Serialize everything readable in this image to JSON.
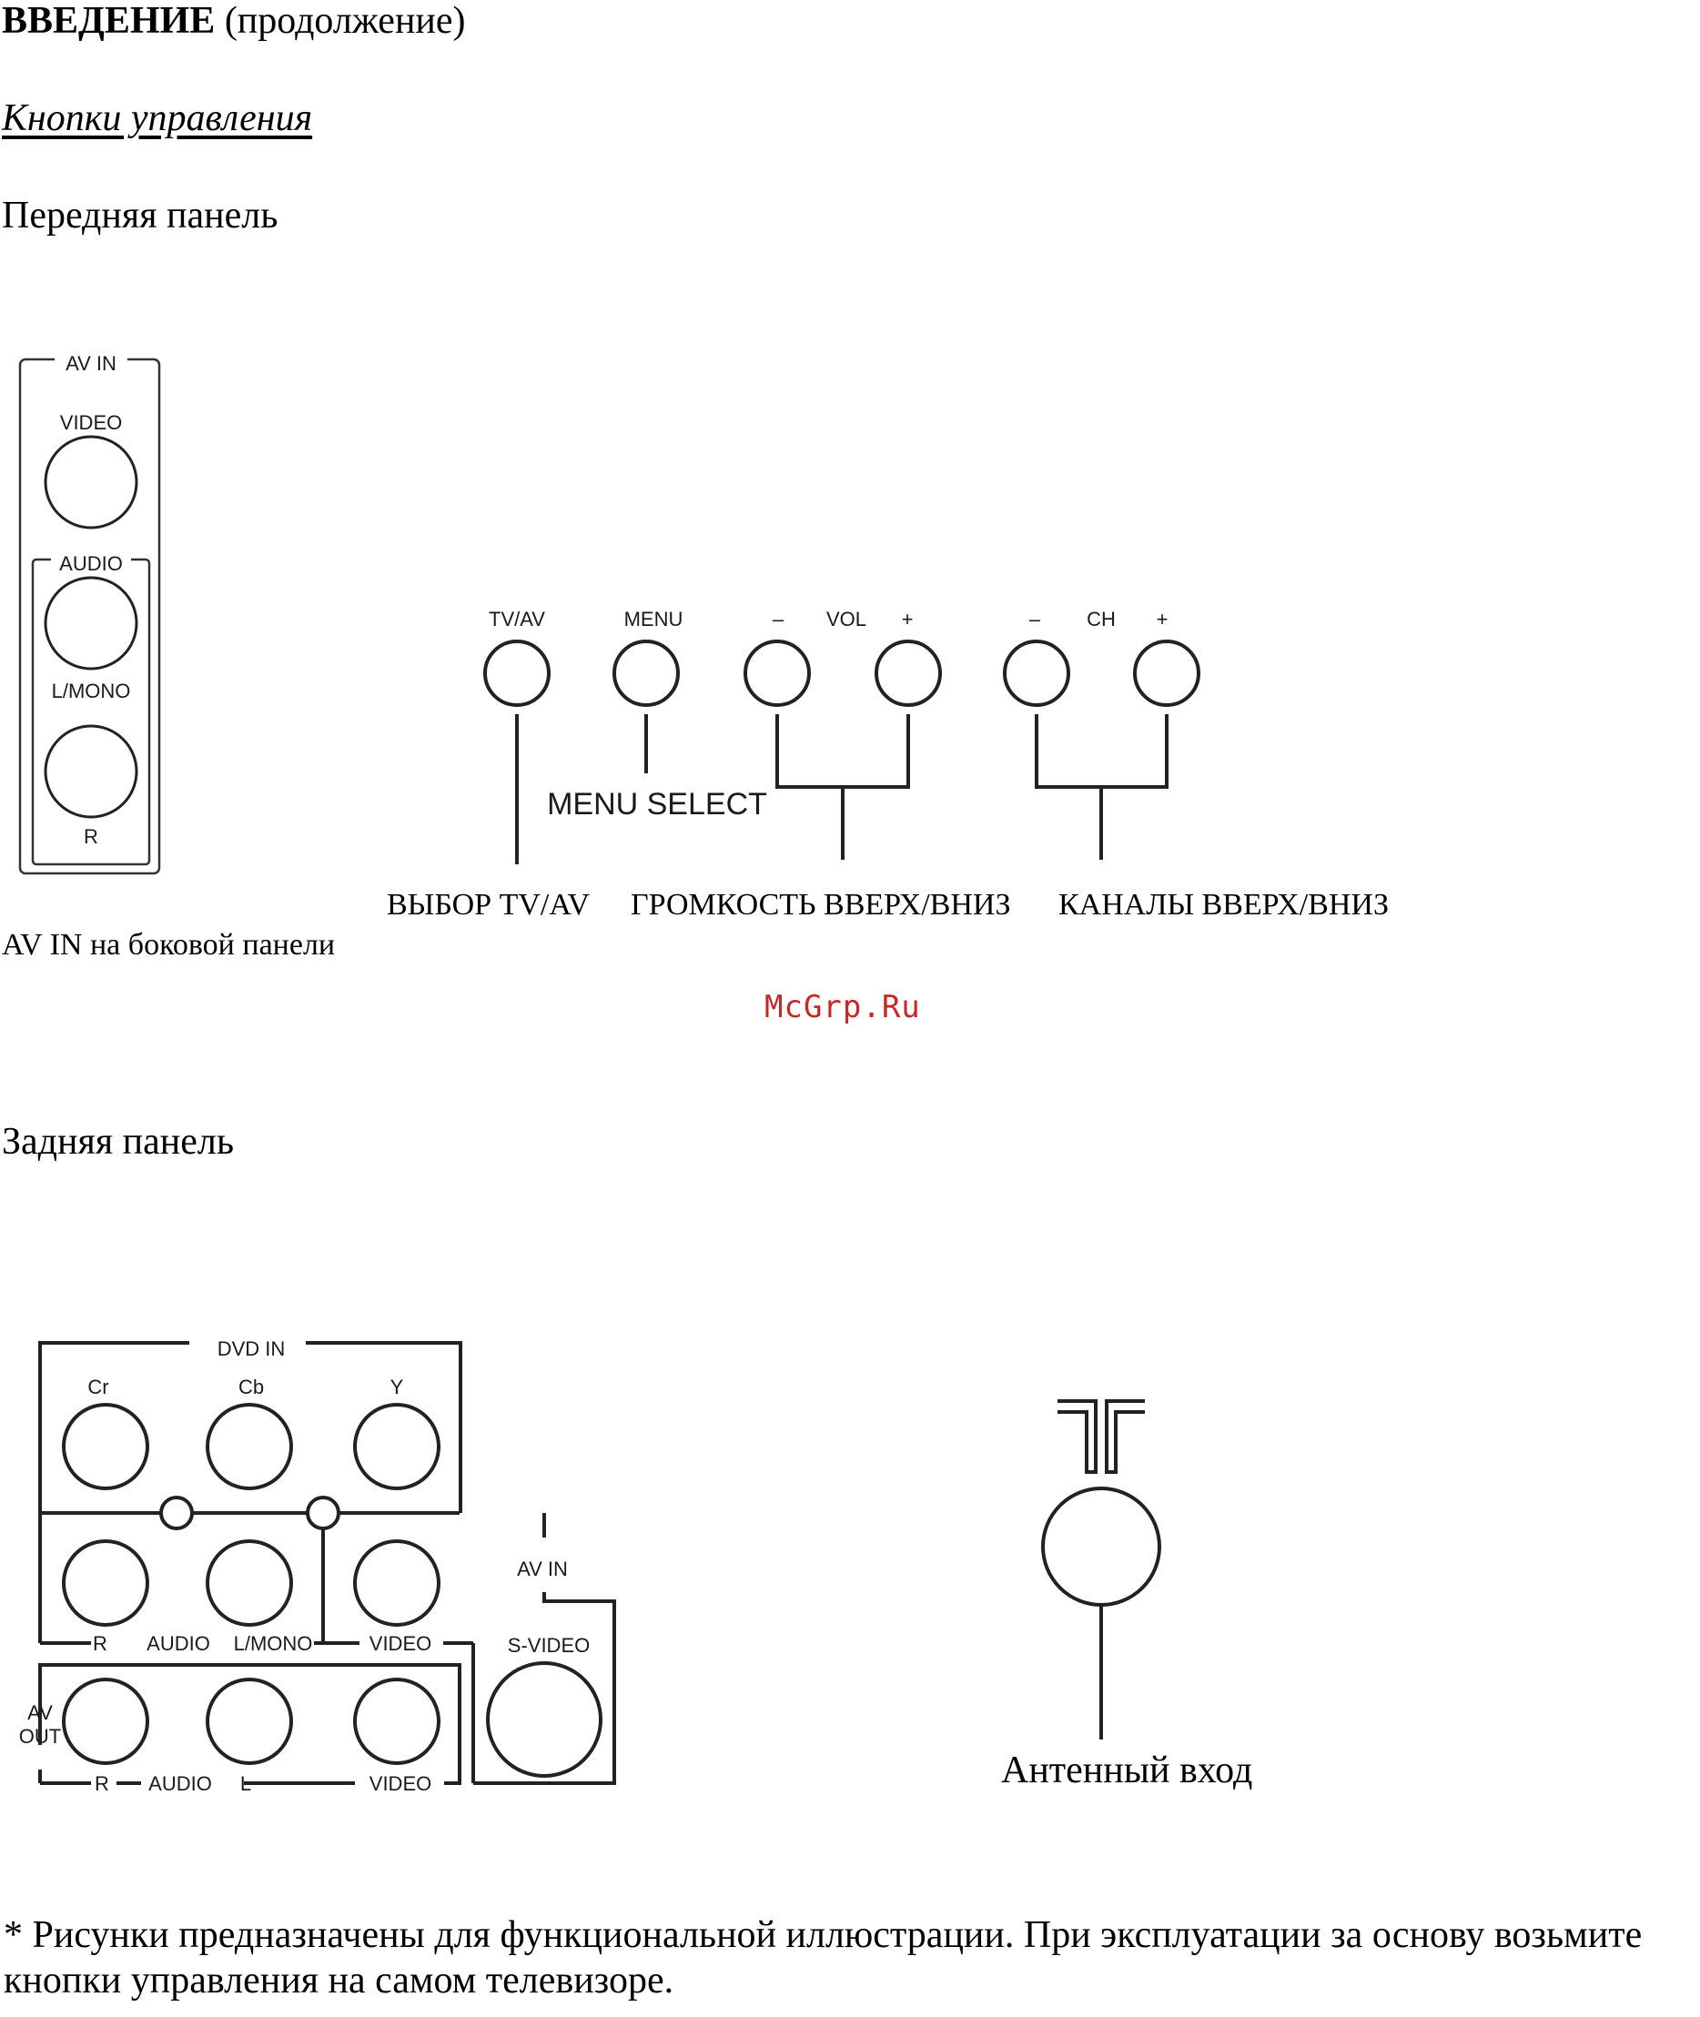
{
  "header": {
    "title_bold": "ВВЕДЕНИЕ",
    "title_rest": " (продолжение)"
  },
  "subtitle": "Кнопки управления",
  "front": {
    "heading": "Передняя панель",
    "side_panel": {
      "group": "AV IN",
      "video": "VIDEO",
      "audio": "AUDIO",
      "lmono": "L/MONO",
      "r": "R"
    },
    "buttons": {
      "tvav": "TV/AV",
      "menu": "MENU",
      "vol_minus": "–",
      "vol": "VOL",
      "vol_plus": "+",
      "ch_minus": "–",
      "ch": "CH",
      "ch_plus": "+"
    },
    "menu_select": "MENU SELECT",
    "cap_tvav": "ВЫБОР TV/AV",
    "cap_vol": "ГРОМКОСТЬ ВВЕРХ/ВНИЗ",
    "cap_ch": "КАНАЛЫ ВВЕРХ/ВНИЗ",
    "cap_side": "AV IN на боковой панели"
  },
  "watermark": "McGrp.Ru",
  "rear": {
    "heading": "Задняя панель",
    "dvd_in": "DVD IN",
    "cr": "Cr",
    "cb": "Cb",
    "y": "Y",
    "av_in": "AV IN",
    "row2_r": "R",
    "row2_audio": "AUDIO",
    "row2_lmono": "L/MONO",
    "row2_video": "VIDEO",
    "svideo": "S-VIDEO",
    "av_out_1": "AV",
    "av_out_2": "OUT",
    "row3_r": "R",
    "row3_audio": "AUDIO",
    "row3_l": "L",
    "row3_video": "VIDEO",
    "antenna": "Антенный вход"
  },
  "footnote": "* Рисунки предназначены для функциональной иллюстрации. При эксплуатации за основу возьмите кнопки управления на самом телевизоре."
}
